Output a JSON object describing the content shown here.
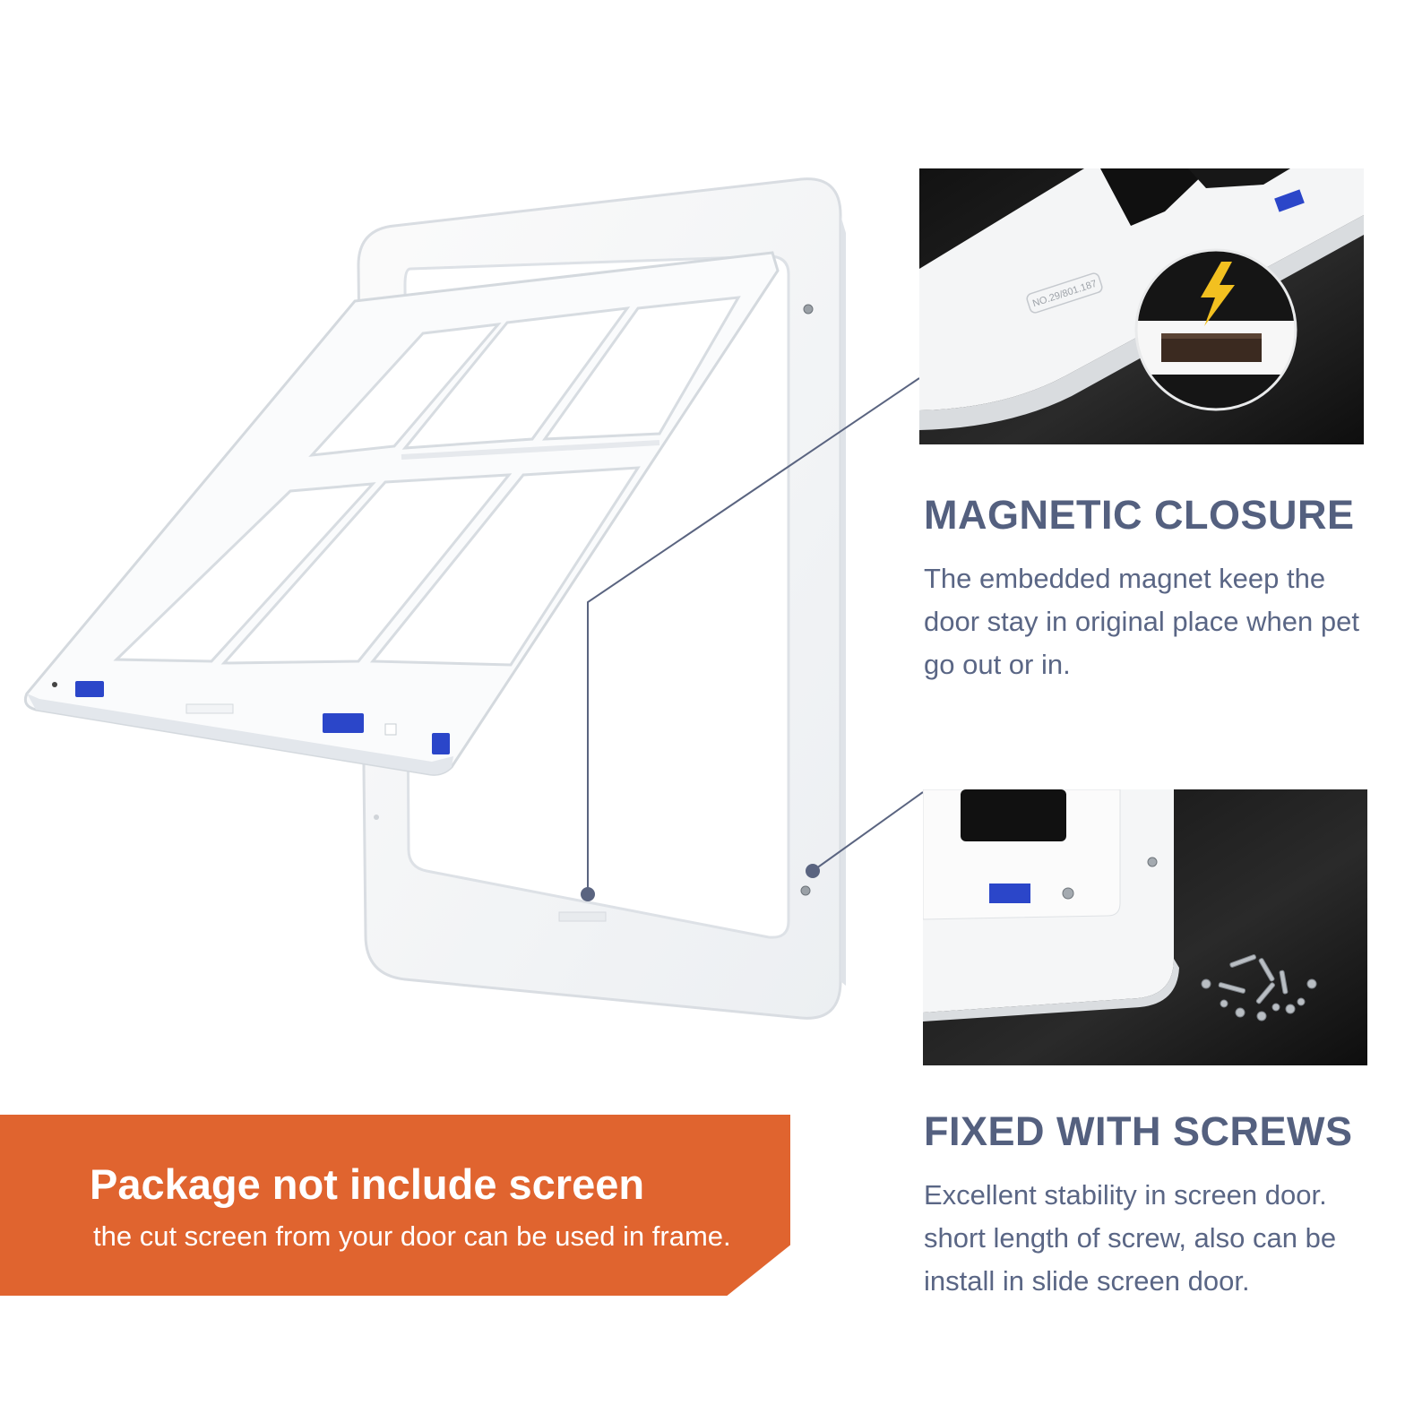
{
  "inset_magnet": {
    "model_label": "NO.29/801.187"
  },
  "features": [
    {
      "title": "MAGNETIC CLOSURE",
      "description_lines": [
        "The embedded magnet keep the",
        "door stay in original place when pet",
        "go out or in."
      ]
    },
    {
      "title": "FIXED WITH SCREWS",
      "description_lines": [
        "Excellent stability in screen door.",
        "short length of screw, also can be",
        "install in slide screen door."
      ]
    }
  ],
  "banner": {
    "title": "Package not include screen",
    "subtitle": "the cut screen from your door can be used in frame."
  },
  "colors": {
    "accent_orange": "#e0642f",
    "heading_slate": "#54607f",
    "latch_blue": "#2b46c9",
    "bolt_yellow": "#f2c020"
  }
}
